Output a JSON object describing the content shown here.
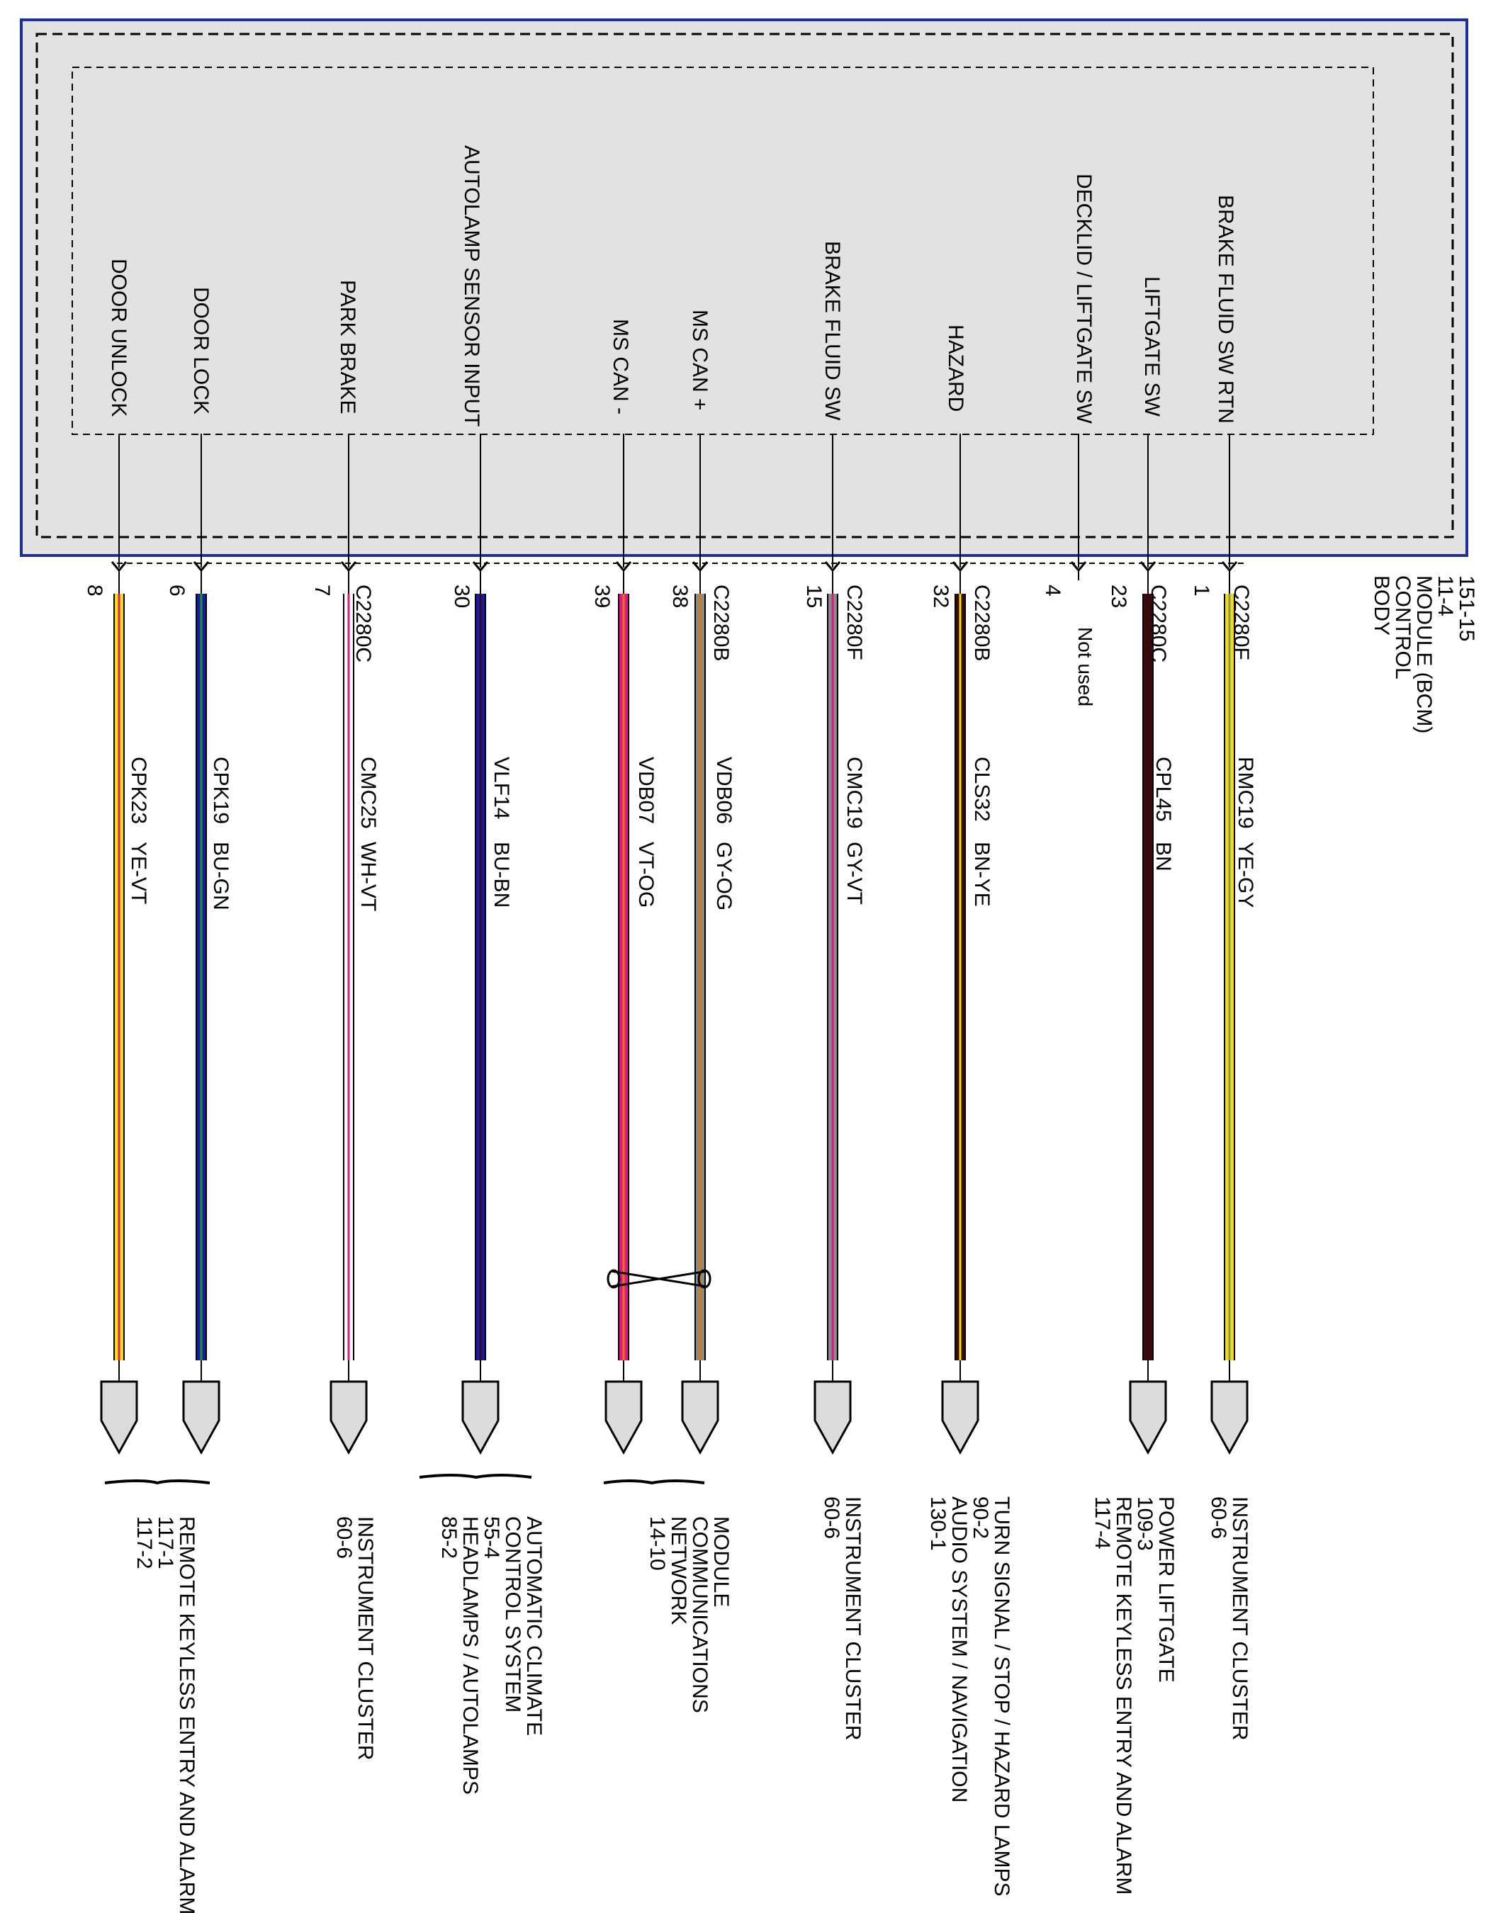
{
  "module": {
    "name_lines": [
      "BODY",
      "CONTROL",
      "MODULE (BCM)",
      "11-4",
      "151-15"
    ]
  },
  "legend_colors": {
    "module_border": "#1e2e9c",
    "module_fill": "#e2e2e2",
    "YE": "#f2e200",
    "BU": "#1a1aa8",
    "WH": "#ffffff",
    "VT": "#e0148c",
    "GY": "#8a8a8a",
    "BN": "#3c0a0a",
    "OG": "#e07a00",
    "GN": "#1a9a1a",
    "connector_fill": "#dcdcdc"
  },
  "pins": [
    {
      "signal": "BRAKE FLUID SW RTN",
      "connector": "C2280F",
      "pin": "1",
      "circuit": "RMC19",
      "color": "YE-GY",
      "destination": [
        "INSTRUMENT CLUSTER",
        "60-6"
      ]
    },
    {
      "signal": "LIFTGATE SW",
      "connector": "C2280C",
      "pin": "23",
      "circuit": "CPL45",
      "color": "BN",
      "destination": [
        "POWER LIFTGATE",
        "109-3",
        "REMOTE KEYLESS ENTRY AND ALARM",
        "117-4"
      ]
    },
    {
      "signal": "DECKLID / LIFTGATE SW",
      "connector": "",
      "pin": "4",
      "note": "Not used"
    },
    {
      "signal": "HAZARD",
      "connector": "C2280B",
      "pin": "32",
      "circuit": "CLS32",
      "color": "BN-YE",
      "destination": [
        "TURN SIGNAL / STOP / HAZARD LAMPS",
        "90-2",
        "AUDIO SYSTEM / NAVIGATION",
        "130-1"
      ]
    },
    {
      "signal": "BRAKE FLUID SW",
      "connector": "C2280F",
      "pin": "15",
      "circuit": "CMC19",
      "color": "GY-VT",
      "destination": [
        "INSTRUMENT CLUSTER",
        "60-6"
      ]
    },
    {
      "signal": "MS CAN +",
      "connector": "C2280B",
      "pin": "38",
      "circuit": "VDB06",
      "color": "GY-OG"
    },
    {
      "signal": "MS CAN -",
      "connector": "",
      "pin": "39",
      "circuit": "VDB07",
      "color": "VT-OG"
    },
    {
      "signal": "AUTOLAMP SENSOR INPUT",
      "connector": "",
      "pin": "30",
      "circuit": "VLF14",
      "color": "BU-BN"
    },
    {
      "signal": "PARK BRAKE",
      "connector": "C2280C",
      "pin": "7",
      "circuit": "CMC25",
      "color": "WH-VT",
      "destination": [
        "INSTRUMENT CLUSTER",
        "60-6"
      ]
    },
    {
      "signal": "DOOR LOCK",
      "connector": "",
      "pin": "6",
      "circuit": "CPK19",
      "color": "BU-GN"
    },
    {
      "signal": "DOOR UNLOCK",
      "connector": "",
      "pin": "8",
      "circuit": "CPK23",
      "color": "YE-VT"
    }
  ],
  "group_destinations": {
    "can": [
      "MODULE",
      "COMMUNICATIONS",
      "NETWORK",
      "14-10"
    ],
    "autolamp": [
      "AUTOMATIC CLIMATE",
      "CONTROL SYSTEM",
      "55-4",
      "HEADLAMPS / AUTOLAMPS",
      "85-2"
    ],
    "doors": [
      "REMOTE KEYLESS ENTRY AND ALARM",
      "117-1",
      "117-2"
    ]
  }
}
